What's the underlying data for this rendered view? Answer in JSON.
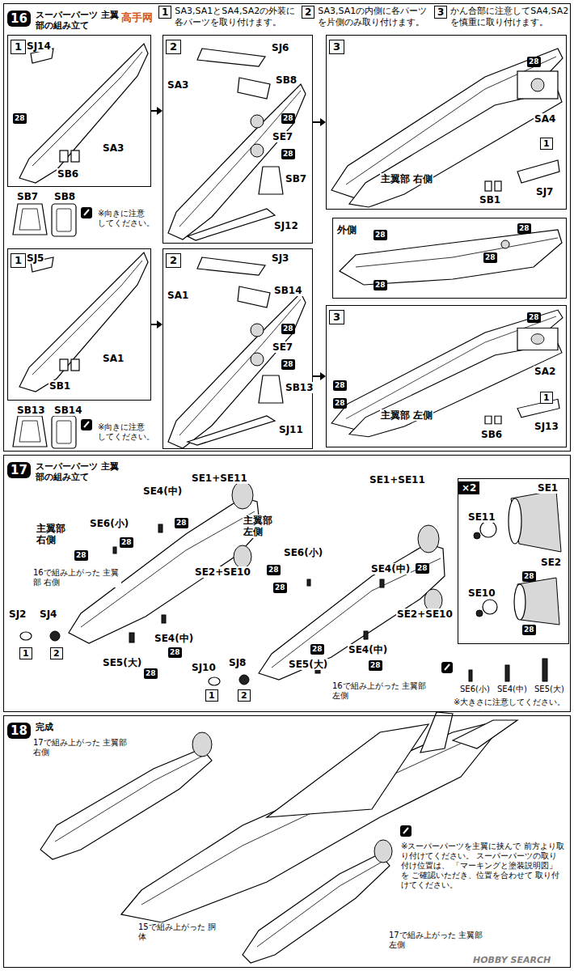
{
  "diagram": {
    "nodes": [
      {
        "text": [
          "16",
          "スーパーパーツ 主翼部の組み立て"
        ]
      },
      {
        "text": [
          "1",
          "SA3,SA1とSA4,SA2の外装に各パーツを取り付けます。"
        ],
        "in": 0
      },
      {
        "text": [
          "2",
          "SA3,SA1の内側に各パーツを片側のみ取り付けます。"
        ],
        "in": 0
      },
      {
        "text": [
          "3",
          "かん合部に注意してSA4,SA2を慎重に取り付けます。"
        ],
        "in": 0
      },
      {
        "text": [
          "1"
        ],
        "in": 0
      },
      {
        "text": [
          "2"
        ],
        "in": 0
      },
      {
        "text": [
          "3"
        ],
        "in": 0
      },
      {
        "text": [
          "外側"
        ],
        "in": 0
      },
      {
        "text": [
          "1"
        ],
        "in": 0
      },
      {
        "text": [
          "2"
        ],
        "in": 0
      },
      {
        "text": [
          "3"
        ],
        "in": 0
      },
      {
        "text": [
          "17",
          "スーパーパーツ 主翼部の組み立て"
        ]
      },
      {
        "text": [
          "×2"
        ],
        "in": 11
      },
      {
        "text": [
          "18",
          "完成"
        ]
      }
    ],
    "edges": [
      {
        "from": 4,
        "to": 5,
        "arrow": "to"
      },
      {
        "from": 5,
        "to": 6,
        "arrow": "to"
      },
      {
        "from": 8,
        "to": 9,
        "arrow": "to"
      },
      {
        "from": 9,
        "to": 10,
        "arrow": "to"
      }
    ],
    "labels": [
      "高手网",
      "SJ14",
      "28",
      "SA3",
      "SB6",
      "SJ6",
      "SA3",
      "SB8",
      "28",
      "SE7",
      "28",
      "SB7",
      "SJ12",
      "SB7",
      "SB8",
      "※向きに注意 してください。",
      "28",
      "SA4",
      "1",
      "主翼部 右側",
      "SB1",
      "SJ7",
      "28",
      "28",
      "28",
      "28",
      "SJ5",
      "SA1",
      "SB1",
      "SJ3",
      "SA1",
      "SB14",
      "28",
      "SE7",
      "28",
      "SB13",
      "SJ11",
      "SB13",
      "SB14",
      "※向きに注意 してください。",
      "28",
      "28",
      "28",
      "SA2",
      "1",
      "主翼部 左側",
      "SJ13",
      "SB6",
      "SE4(中)",
      "SE1+SE11",
      "主翼部 右側",
      "SE6(小)",
      "28",
      "28",
      "28",
      "SE2+SE10",
      "16で組み上がった 主翼部 右側",
      "SJ2",
      "SJ4",
      "1",
      "2",
      "SE4(中)",
      "28",
      "SE5(大)",
      "28",
      "SE1+SE11",
      "主翼部 左側",
      "SE6(小)",
      "28",
      "28",
      "SE4(中)",
      "28",
      "SE2+SE10",
      "SE4(中)",
      "28",
      "SE5(大)",
      "28",
      "SJ10",
      "SJ8",
      "1",
      "2",
      "16で組み上がった 主翼部 左側",
      "SE1",
      "SE11",
      "28",
      "SE2",
      "SE10",
      "28",
      "SE6(小)",
      "SE4(中)",
      "SE5(大)",
      "※大きさに注意してください。",
      "17で組み上がった 主翼部 右側",
      "※スーパーパーツを主翼に挟んで 前方より取り付けてください。 スーパーパーツの取り付け位置は、 「マーキングと塗装説明図」を ご確認いただき、位置を合わせて 取り付けてください。",
      "15で組み上がった 胴体",
      "17で組み上がった 主翼部 左側",
      "HOBBY SEARCH"
    ]
  }
}
